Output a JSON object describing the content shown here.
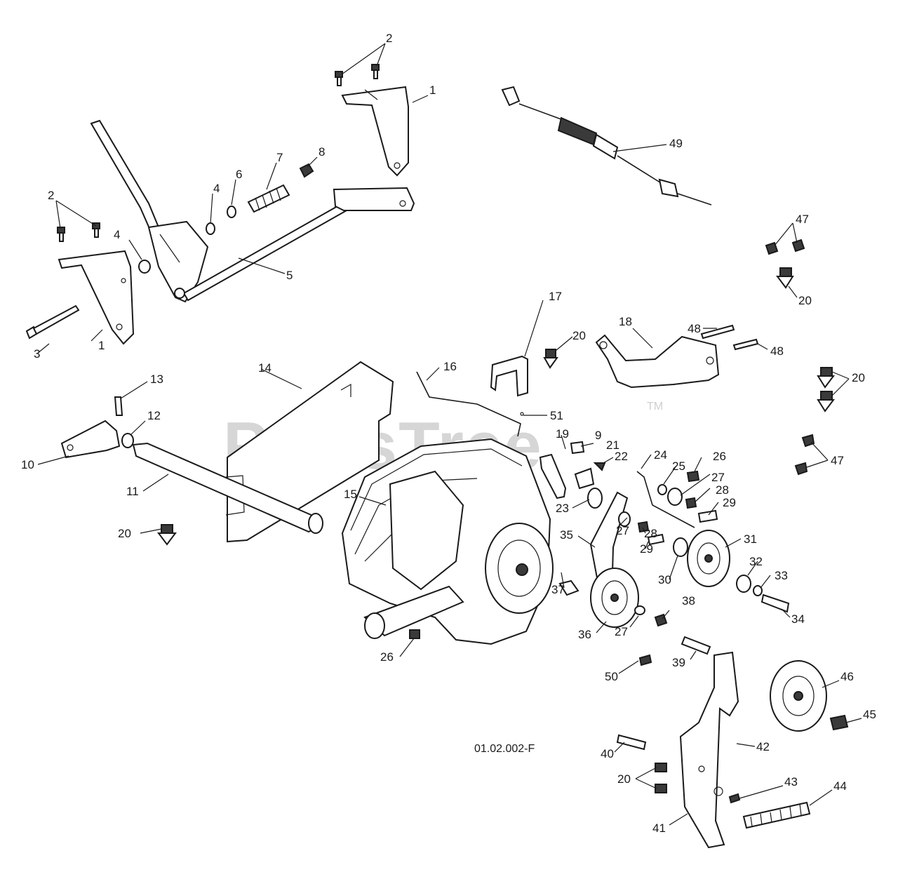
{
  "diagram": {
    "code": "01.02.002-F",
    "watermark": "PartsTree",
    "watermark_mark": "TM",
    "callouts": [
      "1",
      "2",
      "2",
      "3",
      "4",
      "4",
      "5",
      "6",
      "7",
      "8",
      "9",
      "10",
      "11",
      "12",
      "13",
      "14",
      "15",
      "16",
      "17",
      "18",
      "19",
      "20",
      "20",
      "20",
      "20",
      "20",
      "20",
      "21",
      "22",
      "23",
      "24",
      "25",
      "26",
      "26",
      "27",
      "27",
      "27",
      "28",
      "28",
      "29",
      "29",
      "30",
      "31",
      "32",
      "33",
      "34",
      "35",
      "36",
      "37",
      "38",
      "39",
      "40",
      "41",
      "42",
      "43",
      "44",
      "45",
      "46",
      "47",
      "47",
      "48",
      "48",
      "49",
      "50",
      "51"
    ]
  }
}
